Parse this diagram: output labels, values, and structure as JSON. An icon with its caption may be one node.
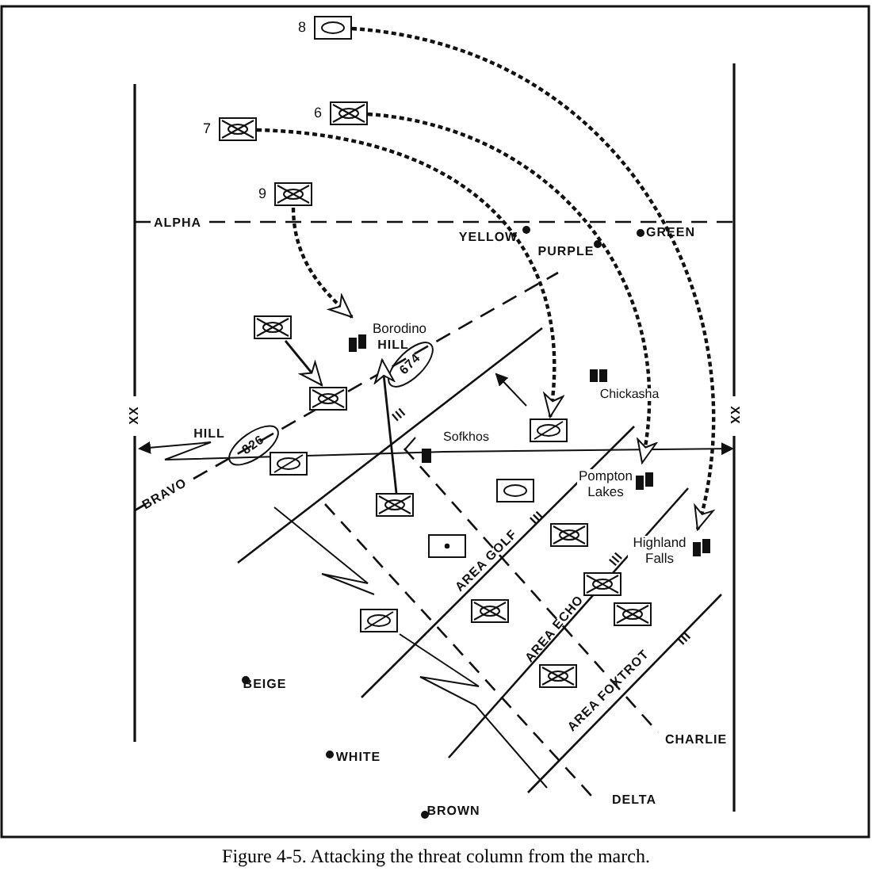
{
  "diagram": {
    "caption": "Figure 4-5. Attacking the threat column from the march.",
    "nodes": [
      {
        "text": [],
        "shape": "box",
        "beside": [
          "8"
        ]
      },
      {
        "text": [],
        "shape": "box",
        "beside": [
          "6"
        ]
      },
      {
        "text": [],
        "shape": "box",
        "beside": [
          "7"
        ]
      },
      {
        "text": [],
        "shape": "box",
        "beside": [
          "9"
        ]
      },
      {
        "text": [],
        "shape": "box"
      },
      {
        "text": [
          "Borodino"
        ]
      },
      {
        "text": [],
        "shape": "box"
      },
      {
        "text": [],
        "shape": "box"
      },
      {
        "text": [],
        "shape": "box"
      },
      {
        "text": [
          "Pompton Lakes"
        ]
      },
      {
        "text": [],
        "shape": "box"
      },
      {
        "text": [],
        "shape": "box"
      },
      {
        "text": [],
        "shape": "box"
      },
      {
        "text": [],
        "shape": "box"
      },
      {
        "text": [
          "Highland Falls"
        ]
      },
      {
        "text": [],
        "shape": "box"
      },
      {
        "text": [],
        "shape": "box"
      },
      {
        "text": [],
        "shape": "box"
      },
      {
        "text": [],
        "shape": "box"
      },
      {
        "text": [],
        "shape": "box"
      }
    ],
    "edges": [
      {
        "from": 0,
        "to": 14,
        "arrow": "to",
        "style": "dashed"
      },
      {
        "from": 1,
        "to": 9,
        "arrow": "to",
        "style": "dashed"
      },
      {
        "from": 2,
        "to": 7,
        "arrow": "to",
        "style": "dashed"
      },
      {
        "from": 3,
        "to": 5,
        "arrow": "to",
        "style": "dashed"
      },
      {
        "from": 4,
        "to": 6,
        "arrow": "to"
      },
      {
        "from": 11,
        "to": 5,
        "arrow": "to"
      }
    ],
    "labels": [
      "ALPHA",
      "GREEN",
      "YELLOW",
      "PURPLE",
      "HILL",
      "674",
      "Chickasha",
      "XX",
      "III",
      "XX",
      "HILL",
      "826",
      "Sofkhos",
      "BRAVO",
      "III",
      "III",
      "AREA GOLF",
      "AREA ECHO",
      "III",
      "AREA FOXTROT",
      "BEIGE",
      "CHARLIE",
      "WHITE",
      "DELTA",
      "BROWN"
    ]
  }
}
